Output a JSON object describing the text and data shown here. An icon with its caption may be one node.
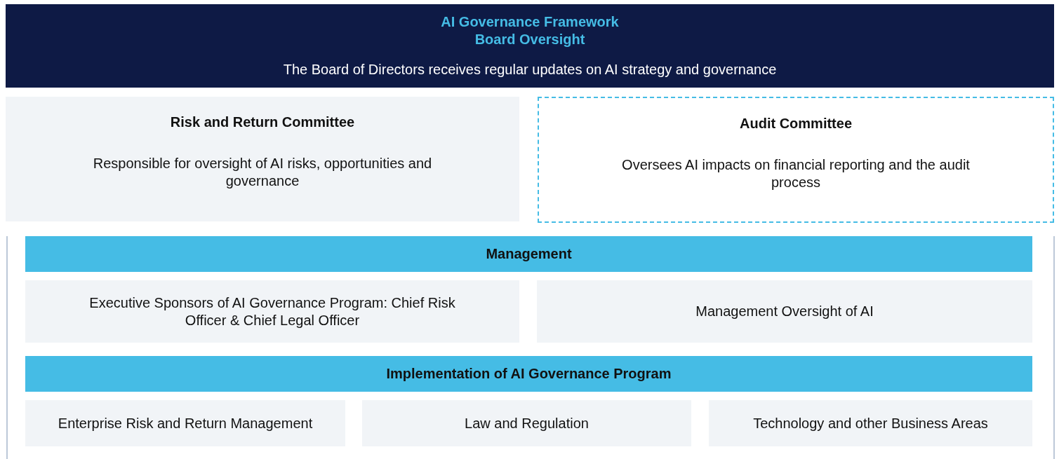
{
  "diagram": {
    "nodes": [
      {
        "text": [
          "AI Governance Framework Board Oversight",
          "The Board of Directors receives regular updates on AI strategy and governance"
        ]
      },
      {
        "text": [
          "Risk and Return Committee",
          "Responsible for oversight of AI risks, opportunities and governance"
        ]
      },
      {
        "text": [
          "Audit Committee",
          "Oversees AI impacts on financial reporting and the audit process"
        ]
      },
      {
        "text": [
          "Management"
        ]
      },
      {
        "text": [
          "Executive Sponsors of AI Governance Program: Chief Risk Officer & Chief Legal Officer"
        ]
      },
      {
        "text": [
          "Management Oversight of AI"
        ]
      },
      {
        "text": [
          "Implementation of AI Governance Program"
        ]
      },
      {
        "text": [
          "Enterprise Risk and Return Management"
        ]
      },
      {
        "text": [
          "Law and Regulation"
        ]
      },
      {
        "text": [
          "Technology and other Business Areas"
        ]
      }
    ],
    "edges": []
  }
}
